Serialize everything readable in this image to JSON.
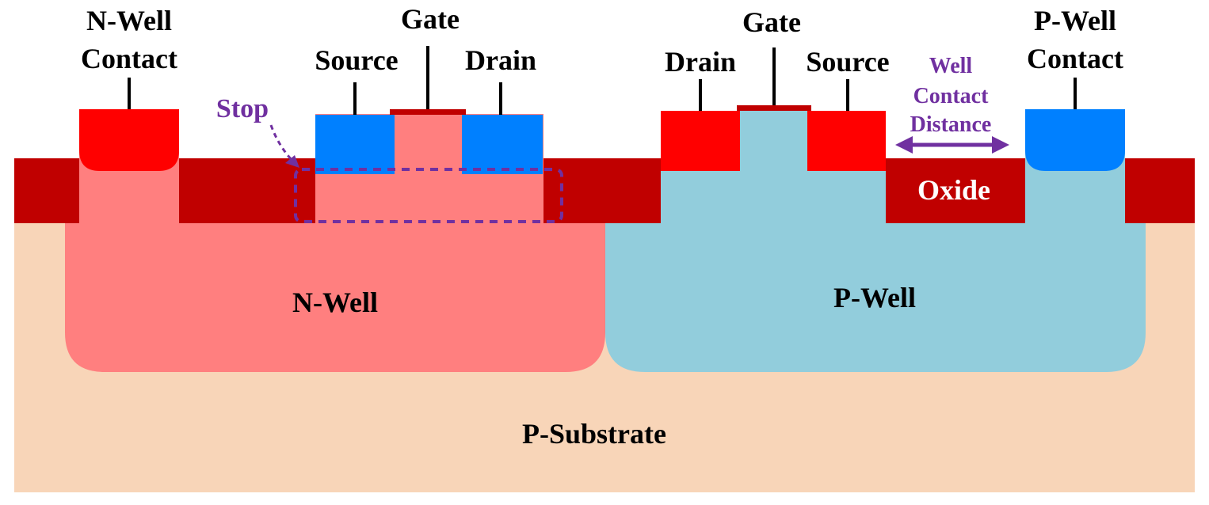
{
  "labels": {
    "nwell_contact_line1": "N-Well",
    "nwell_contact_line2": "Contact",
    "gate_left": "Gate",
    "source_left": "Source",
    "drain_left": "Drain",
    "stop": "Stop",
    "gate_right": "Gate",
    "drain_right": "Drain",
    "source_right": "Source",
    "well_contact_distance_line1": "Well",
    "well_contact_distance_line2": "Contact",
    "well_contact_distance_line3": "Distance",
    "pwell_contact_line1": "P-Well",
    "pwell_contact_line2": "Contact",
    "oxide": "Oxide",
    "nwell": "N-Well",
    "pwell": "P-Well",
    "substrate": "P-Substrate"
  },
  "colors": {
    "substrate": "#f8d5b8",
    "nwell": "#ff7f7f",
    "pwell": "#92cddc",
    "oxide": "#c00000",
    "n_plus": "#ff0000",
    "p_plus": "#0080ff",
    "gate": "#c00000",
    "annotation": "#7030a0"
  }
}
